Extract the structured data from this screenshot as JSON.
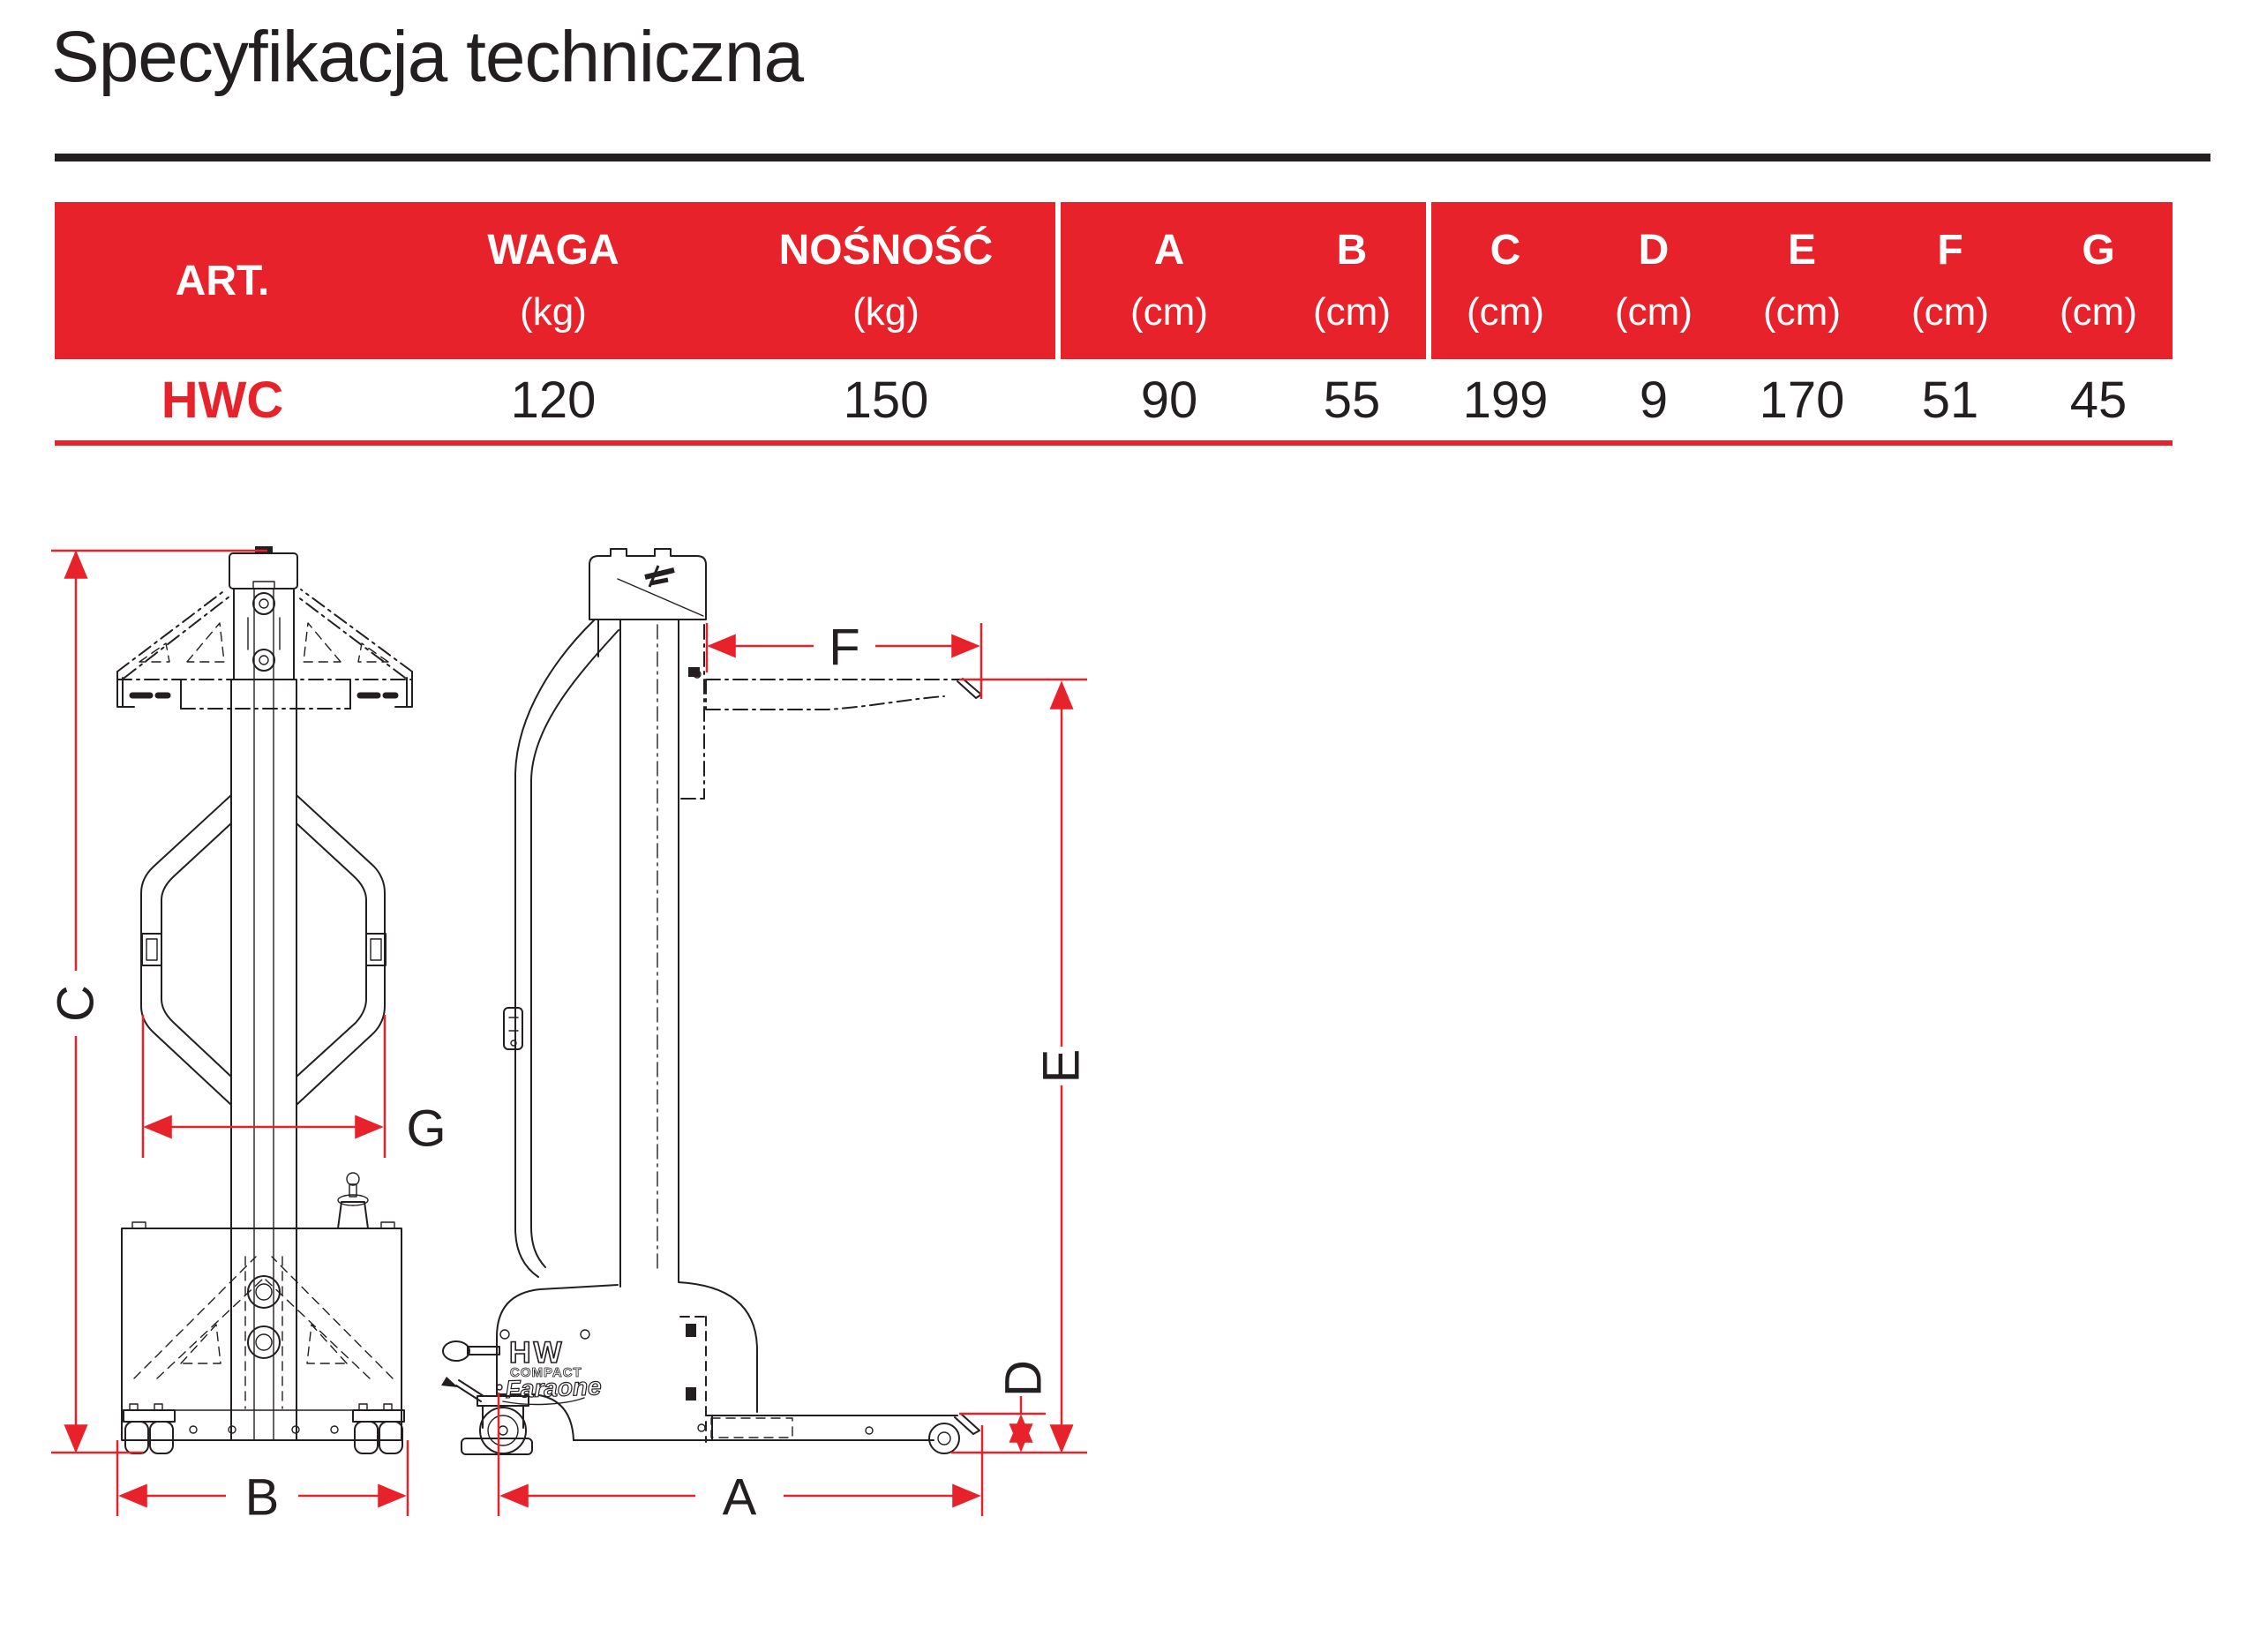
{
  "title": "Specyfikacja techniczna",
  "table": {
    "art_label": "ART.",
    "product": "HWC",
    "columns": [
      {
        "name": "WAGA",
        "unit": "(kg)",
        "value": "120"
      },
      {
        "name": "NOŚNOŚĆ",
        "unit": "(kg)",
        "value": "150"
      },
      {
        "name": "A",
        "unit": "(cm)",
        "value": "90"
      },
      {
        "name": "B",
        "unit": "(cm)",
        "value": "55"
      },
      {
        "name": "C",
        "unit": "(cm)",
        "value": "199"
      },
      {
        "name": "D",
        "unit": "(cm)",
        "value": "9"
      },
      {
        "name": "E",
        "unit": "(cm)",
        "value": "170"
      },
      {
        "name": "F",
        "unit": "(cm)",
        "value": "51"
      },
      {
        "name": "G",
        "unit": "(cm)",
        "value": "45"
      }
    ]
  },
  "dims": {
    "a": "A",
    "b": "B",
    "c": "C",
    "d": "D",
    "e": "E",
    "f": "F",
    "g": "G"
  },
  "branding": {
    "head_logo": "F",
    "model_line1": "HW",
    "model_line2": "COMPACT",
    "brand_script": "Faraone"
  },
  "colors": {
    "accent": "#e8222b",
    "ink": "#231f20"
  }
}
